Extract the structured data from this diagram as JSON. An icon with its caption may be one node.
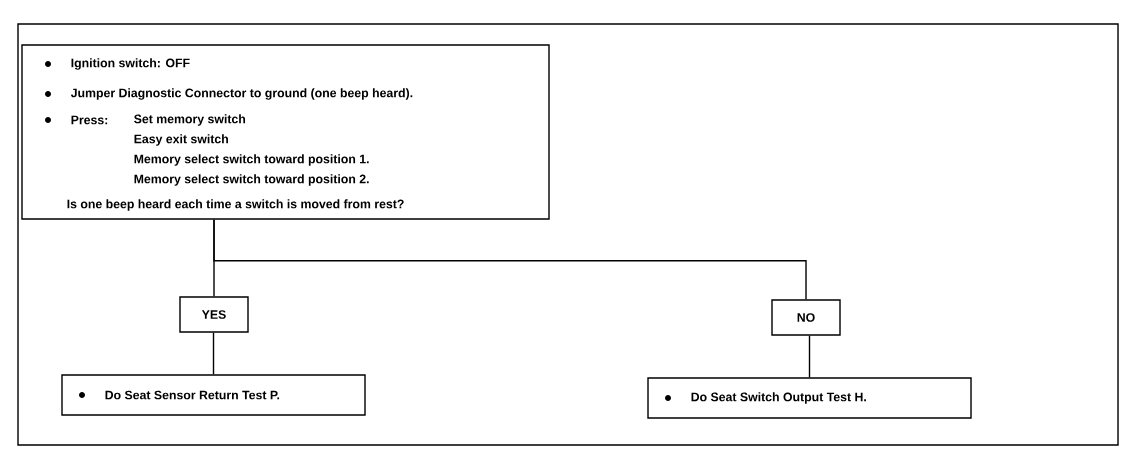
{
  "diagram": {
    "nodes": [
      {
        "text": [
          "Ignition switch:  OFF",
          "Jumper Diagnostic Connector to ground (one beep heard).",
          "Press:",
          "Set memory switch",
          "Easy exit switch",
          "Memory select switch toward position 1.",
          "Memory select switch toward position 2.",
          "Is one beep heard each time a switch is moved from rest?"
        ]
      },
      {
        "text": [
          "YES"
        ]
      },
      {
        "text": [
          "NO"
        ]
      },
      {
        "text": [
          "Do Seat Sensor Return Test P."
        ]
      },
      {
        "text": [
          "Do Seat Switch Output Test H."
        ]
      }
    ],
    "edges": [
      {
        "from": 0,
        "to": 1,
        "arrow": "none"
      },
      {
        "from": 0,
        "to": 2,
        "arrow": "none"
      },
      {
        "from": 1,
        "to": 3,
        "arrow": "none"
      },
      {
        "from": 2,
        "to": 4,
        "arrow": "none"
      }
    ]
  }
}
